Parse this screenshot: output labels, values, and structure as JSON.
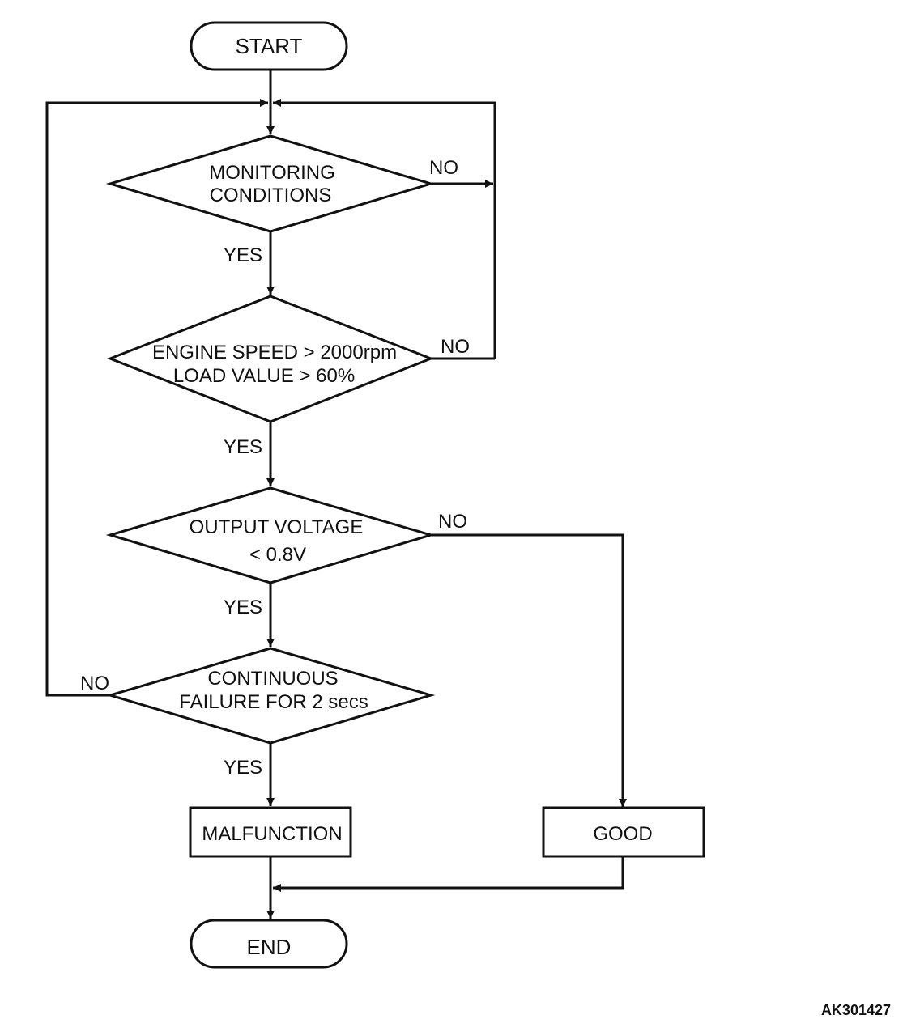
{
  "start_label": "START",
  "end_label": "END",
  "decisions": [
    {
      "line1": "MONITORING",
      "line2": "CONDITIONS"
    },
    {
      "line1": "ENGINE SPEED > 2000rpm",
      "line2": "LOAD VALUE > 60%"
    },
    {
      "line1": "OUTPUT VOLTAGE",
      "line2": "< 0.8V"
    },
    {
      "line1": "CONTINUOUS",
      "line2": "FAILURE FOR 2 secs"
    }
  ],
  "yes_label": "YES",
  "no_label": "NO",
  "malfunction_label": "MALFUNCTION",
  "good_label": "GOOD",
  "figure_id": "AK301427"
}
